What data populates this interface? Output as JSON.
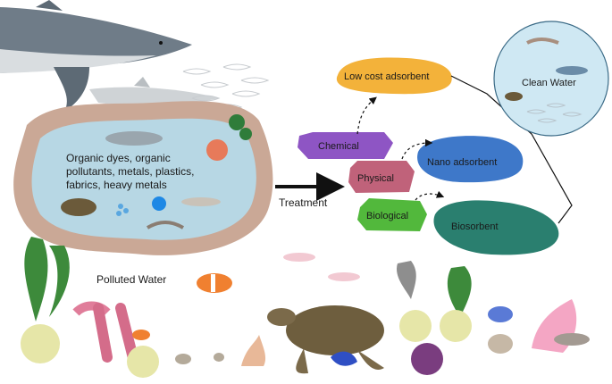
{
  "pond": {
    "description_lines": [
      "Organic dyes, organic",
      "pollutants, metals, plastics,",
      "fabrics, heavy metals"
    ],
    "label": "Polluted Water"
  },
  "arrow": {
    "label": "Treatment"
  },
  "methods": {
    "chemical": "Chemical",
    "physical": "Physical",
    "biological": "Biological"
  },
  "outcomes": {
    "low_cost": "Low cost adsorbent",
    "nano": "Nano adsorbent",
    "bio": "Biosorbent"
  },
  "result": {
    "label": "Clean Water"
  },
  "colors": {
    "chemical": "#8e55c4",
    "physical": "#c0627a",
    "biological": "#52b83c",
    "low_cost": "#f3b23a",
    "nano": "#3e78c9",
    "bio": "#2a7f6f",
    "water": "#b7d7e4",
    "clean_water": "#cfe8f3"
  }
}
